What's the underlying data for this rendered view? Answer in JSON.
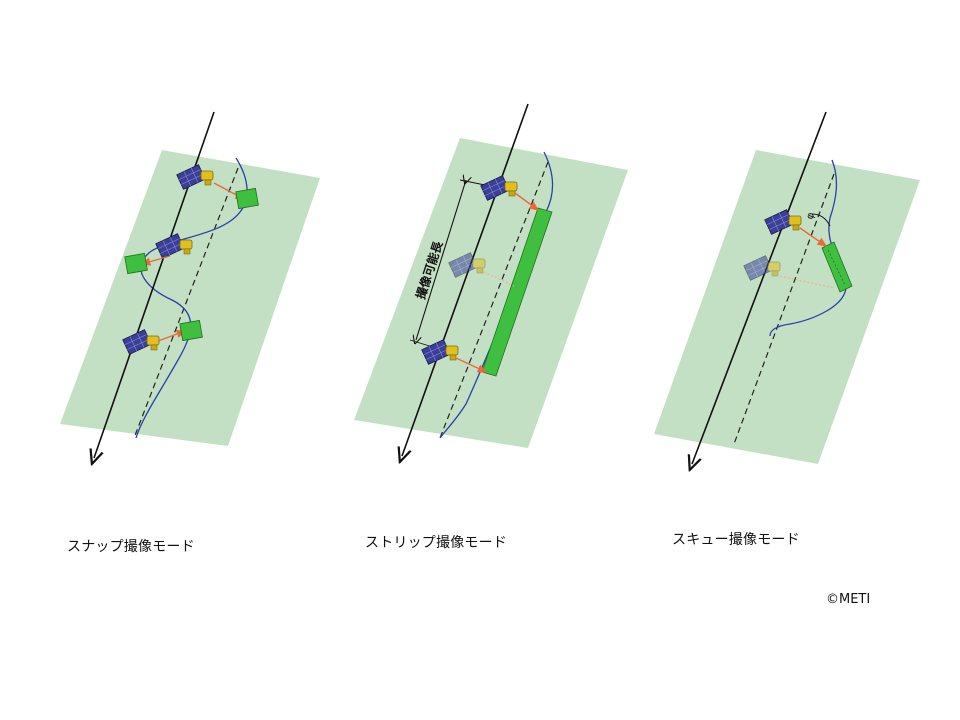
{
  "panels": [
    {
      "id": "snap",
      "caption": "スナップ撮像モード"
    },
    {
      "id": "strip",
      "caption": "ストリップ撮像モード",
      "length_label": "撮像可能長"
    },
    {
      "id": "skew",
      "caption": "スキュー撮像モード",
      "angle_label": "φ"
    }
  ],
  "copyright": "©METI",
  "colors": {
    "ground": "#c4e0c4",
    "target_fill": "#3fbf3f",
    "target_stroke": "#1f6f1f",
    "ground_track": "#2b3faa",
    "pointing_arrow": "#e86a3a",
    "orbit": "#111111"
  },
  "icons": [
    "satellite-icon",
    "sensor-icon"
  ]
}
